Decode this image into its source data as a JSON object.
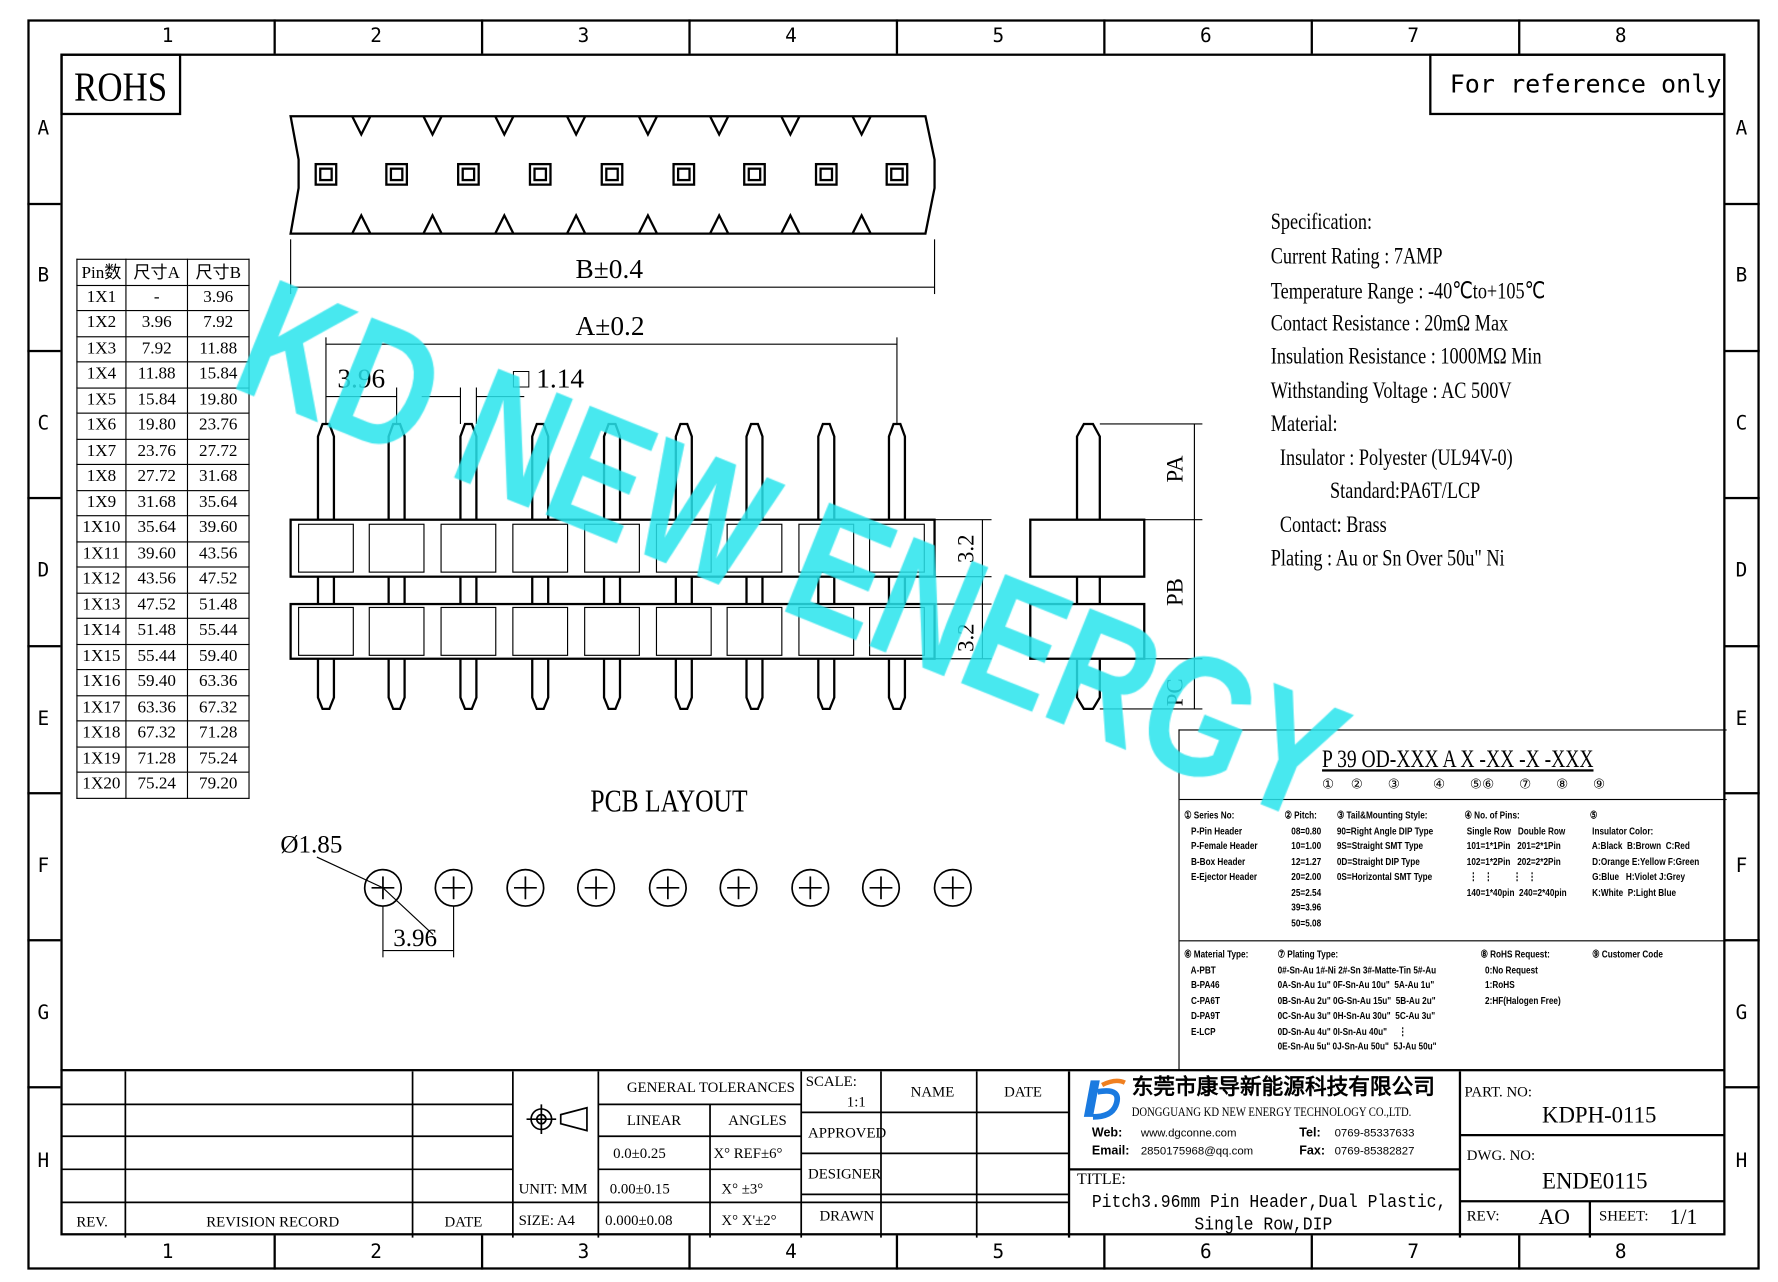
{
  "grid": {
    "columns": [
      "1",
      "2",
      "3",
      "4",
      "5",
      "6",
      "7",
      "8"
    ],
    "rows": [
      "A",
      "B",
      "C",
      "D",
      "E",
      "F",
      "G",
      "H"
    ]
  },
  "rohs": "ROHS",
  "reference": "For reference only",
  "watermark": "KD NEW ENERGY",
  "dims": {
    "b": "B±0.4",
    "a": "A±0.2",
    "pitch": "3.96",
    "pin_sq": "□ 1.14",
    "pa": "PA",
    "pb": "PB",
    "pc": "PC",
    "d32a": "3.2",
    "d32b": "3.2",
    "hole": "Ø1.85",
    "pcb_pitch": "3.96",
    "pcb_title": "PCB LAYOUT"
  },
  "pin_table": {
    "headers": [
      "Pin数",
      "尺寸A",
      "尺寸B"
    ],
    "rows": [
      [
        "1X1",
        "-",
        "3.96"
      ],
      [
        "1X2",
        "3.96",
        "7.92"
      ],
      [
        "1X3",
        "7.92",
        "11.88"
      ],
      [
        "1X4",
        "11.88",
        "15.84"
      ],
      [
        "1X5",
        "15.84",
        "19.80"
      ],
      [
        "1X6",
        "19.80",
        "23.76"
      ],
      [
        "1X7",
        "23.76",
        "27.72"
      ],
      [
        "1X8",
        "27.72",
        "31.68"
      ],
      [
        "1X9",
        "31.68",
        "35.64"
      ],
      [
        "1X10",
        "35.64",
        "39.60"
      ],
      [
        "1X11",
        "39.60",
        "43.56"
      ],
      [
        "1X12",
        "43.56",
        "47.52"
      ],
      [
        "1X13",
        "47.52",
        "51.48"
      ],
      [
        "1X14",
        "51.48",
        "55.44"
      ],
      [
        "1X15",
        "55.44",
        "59.40"
      ],
      [
        "1X16",
        "59.40",
        "63.36"
      ],
      [
        "1X17",
        "63.36",
        "67.32"
      ],
      [
        "1X18",
        "67.32",
        "71.28"
      ],
      [
        "1X19",
        "71.28",
        "75.24"
      ],
      [
        "1X20",
        "75.24",
        "79.20"
      ]
    ]
  },
  "spec": [
    "Specification:",
    "Current Rating : 7AMP",
    "Temperature Range : -40℃to+105℃",
    "Contact Resistance : 20mΩ Max",
    "Insulation Resistance : 1000MΩ Min",
    "Withstanding Voltage : AC 500V",
    "Material:",
    "  Insulator : Polyester (UL94V-0)",
    "             Standard:PA6T/LCP",
    "  Contact: Brass",
    "Plating : Au or Sn Over 50u\" Ni"
  ],
  "part_code": {
    "code": "P 39 OD-XXX A X -XX -X -XXX",
    "markers": "①  ②   ③    ④   ⑤⑥   ⑦   ⑧   ⑨"
  },
  "legend": {
    "series": "① Series No:\n   P-Pin Header\n   P-Female Header\n   B-Box Header\n   E-Ejector Header",
    "pitch": "② Pitch:\n   08=0.80\n   10=1.00\n   12=1.27\n   20=2.00\n   25=2.54\n   39=3.96\n   50=5.08",
    "tail": "③ Tail&Mounting Style:\n90=Right Angle DIP Type\n9S=Straight SMT Type\n0D=Straight DIP Type\n0S=Horizontal SMT Type",
    "pins": "④ No. of Pins:\n Single Row   Double Row\n 101=1*1Pin   201=2*1Pin\n 102=1*2Pin   202=2*2Pin\n  ⋮   ⋮         ⋮   ⋮\n 140=1*40pin  240=2*40pin",
    "color": "⑤\n Insulator Color:\n A:Black  B:Brown  C:Red\n D:Orange E:Yellow F:Green\n G:Blue   H:Violet J:Grey\n K:White  P:Light Blue",
    "material": "⑥ Material Type:\n   A-PBT\n   B-PA46\n   C-PA6T\n   D-PA9T\n   E-LCP",
    "plating": "⑦ Plating Type:\n0#-Sn-Au 1#-Ni 2#-Sn 3#-Matte-Tin 5#-Au\n0A-Sn-Au 1u\" 0F-Sn-Au 10u\"  5A-Au 1u\"\n0B-Sn-Au 2u\" 0G-Sn-Au 15u\"  5B-Au 2u\"\n0C-Sn-Au 3u\" 0H-Sn-Au 30u\"  5C-Au 3u\"\n0D-Sn-Au 4u\" 0I-Sn-Au 40u\"     ⋮\n0E-Sn-Au 5u\" 0J-Sn-Au 50u\"  5J-Au 50u\"",
    "rohs": "⑧ RoHS Request:\n  0:No Request\n  1:RoHS\n  2:HF(Halogen Free)",
    "customer": "⑨ Customer Code"
  },
  "title_block": {
    "rev": "REV.",
    "revision_record": "REVISION RECORD",
    "date": "DATE",
    "general_tol": "GENERAL TOLERANCES",
    "linear": "LINEAR",
    "angles": "ANGLES",
    "lin1": "0.0±0.25",
    "lin2": "0.00±0.15",
    "lin3": "0.000±0.08",
    "ang1": "X° REF±6°",
    "ang2": "X° ±3°",
    "ang3": "X° X'±2°",
    "unit": "UNIT: MM",
    "size": "SIZE: A4",
    "scale_label": "SCALE:",
    "scale": "1:1",
    "name": "NAME",
    "date2": "DATE",
    "approved": "APPROVED",
    "designer": "DESIGNER",
    "drawn": "DRAWN",
    "company_cn": "东莞市康导新能源科技有限公司",
    "company_en": "DONGGUANG KD NEW ENERGY TECHNOLOGY CO.,LTD.",
    "web_label": "Web:",
    "web": "www.dgconne.com",
    "tel_label": "Tel:",
    "tel": "0769-85337633",
    "email_label": "Email:",
    "email": "2850175968@qq.com",
    "fax_label": "Fax:",
    "fax": "0769-85382827",
    "title_label": "TITLE:",
    "title1": "Pitch3.96mm Pin Header,Dual Plastic,",
    "title2": "Single Row,DIP",
    "part_label": "PART. NO:",
    "part_no": "KDPH-0115",
    "dwg_label": "DWG. NO:",
    "dwg_no": "ENDE0115",
    "rev_label": "REV:",
    "rev_val": "AO",
    "sheet_label": "SHEET:",
    "sheet_val": "1/1"
  }
}
